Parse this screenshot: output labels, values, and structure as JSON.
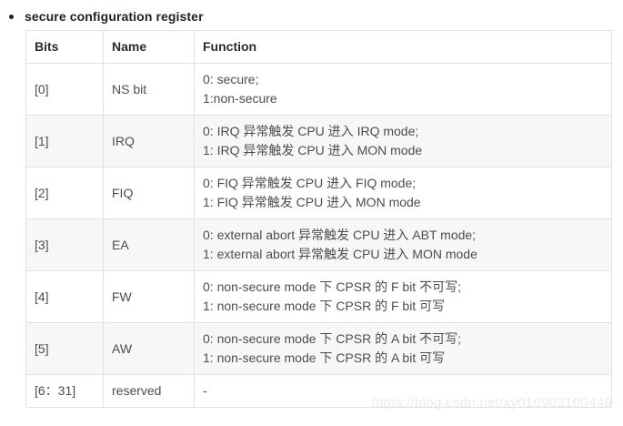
{
  "title": "secure configuration register",
  "colors": {
    "border": "#e1e1e1",
    "alt_row_bg": "#f7f7f7",
    "body_text": "#4d4d4d",
    "heading_text": "#222222",
    "watermark_text": "#ebebeb"
  },
  "table": {
    "headers": [
      "Bits",
      "Name",
      "Function"
    ],
    "rows": [
      {
        "bits": "[0]",
        "name": "NS bit",
        "function_lines": [
          "0: secure;",
          "1:non-secure"
        ]
      },
      {
        "bits": "[1]",
        "name": "IRQ",
        "function_lines": [
          "0: IRQ 异常触发 CPU 进入 IRQ mode;",
          "1: IRQ 异常触发 CPU 进入 MON mode"
        ]
      },
      {
        "bits": "[2]",
        "name": "FIQ",
        "function_lines": [
          "0: FIQ 异常触发 CPU 进入 FIQ mode;",
          "1: FIQ 异常触发 CPU 进入 MON mode"
        ]
      },
      {
        "bits": "[3]",
        "name": "EA",
        "function_lines": [
          "0: external abort 异常触发 CPU 进入 ABT mode;",
          "1: external abort 异常触发 CPU 进入 MON mode"
        ]
      },
      {
        "bits": "[4]",
        "name": "FW",
        "function_lines": [
          "0: non-secure mode 下 CPSR 的 F bit 不可写;",
          "1: non-secure mode 下 CPSR 的 F bit 可写"
        ]
      },
      {
        "bits": "[5]",
        "name": "AW",
        "function_lines": [
          "0: non-secure mode 下 CPSR 的 A bit 不可写;",
          "1: non-secure mode 下 CPSR 的 A bit 可写"
        ]
      },
      {
        "bits": "[6：31]",
        "name": "reserved",
        "function_lines": [
          "-"
        ]
      }
    ]
  },
  "watermark": "https://blog.csdn.net/xy010902100449"
}
